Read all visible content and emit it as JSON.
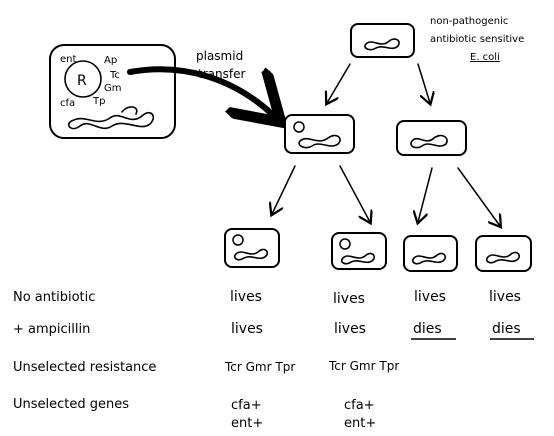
{
  "donor": {
    "genes": [
      "ent",
      "Ap",
      "Tc",
      "Gm",
      "cfa",
      "Tp"
    ],
    "plasmid_label": "R"
  },
  "transfer_label": [
    "plasmid",
    "transfer"
  ],
  "recipient_label": [
    "non-pathogenic",
    "antibiotic sensitive",
    "E. coli"
  ],
  "rows": [
    {
      "label": "No antibiotic",
      "values": [
        "lives",
        "lives",
        "lives",
        "lives"
      ]
    },
    {
      "label": "+ ampicillin",
      "values": [
        "lives",
        "lives",
        "dies",
        "dies"
      ]
    },
    {
      "label": "Unselected resistance",
      "values": [
        "Tcr Gmr Tpr",
        "Tcr Gmr Tpr",
        "",
        ""
      ]
    },
    {
      "label": "Unselected genes",
      "values": [
        "cfa+ ent+",
        "cfa+ ent+",
        "",
        ""
      ]
    }
  ],
  "resistance_sup": "r",
  "gene_sup": "+",
  "genes_line1": "cfa",
  "genes_line2": "ent"
}
